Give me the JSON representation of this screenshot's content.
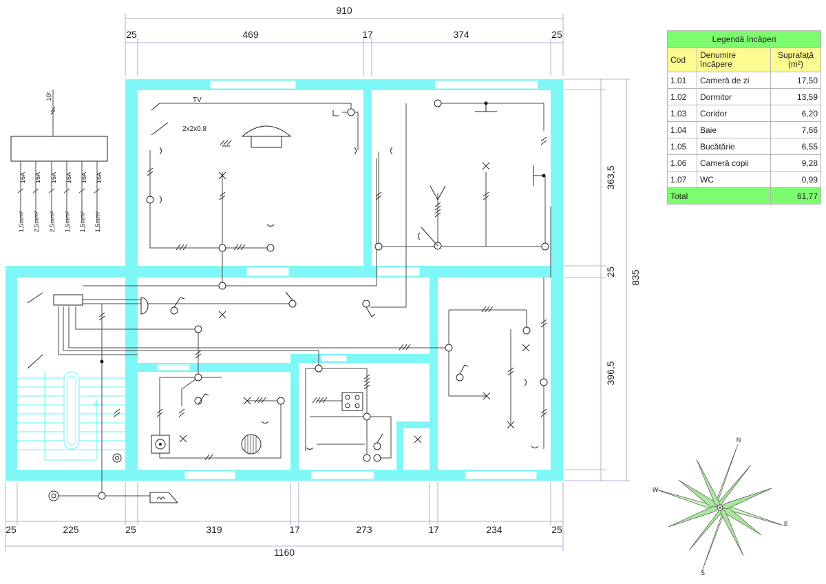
{
  "dimensions": {
    "overall_top": "910",
    "top_segments": [
      "25",
      "469",
      "17",
      "374",
      "25"
    ],
    "right_segments": [
      "363,5",
      "25",
      "396,5"
    ],
    "overall_right": "835",
    "bottom_segments": [
      "25",
      "225",
      "25",
      "319",
      "17",
      "273",
      "17",
      "234",
      "25"
    ],
    "overall_bottom": "1160"
  },
  "annotations": {
    "tv": "TV",
    "cable": "2x2x0,8",
    "panel_feed": "10²",
    "breakers": [
      "16A",
      "16A",
      "16A",
      "16A",
      "16A",
      "16A"
    ],
    "wire_sections": [
      "1,5mm²",
      "2,5mm²",
      "2,5mm²",
      "1,5mm²",
      "1,5mm²",
      "1,5mm²"
    ]
  },
  "compass": {
    "n": "N",
    "s": "S",
    "e": "E",
    "w": "W"
  },
  "legend": {
    "title": "Legendă încăperi",
    "headers": {
      "code": "Cod",
      "name": "Denumire încăpere",
      "area": "Suprafață (m²)"
    },
    "rows": [
      {
        "code": "1.01",
        "name": "Cameră de zi",
        "area": "17,50"
      },
      {
        "code": "1.02",
        "name": "Dormitor",
        "area": "13,59"
      },
      {
        "code": "1.03",
        "name": "Coridor",
        "area": "6,20"
      },
      {
        "code": "1.04",
        "name": "Baie",
        "area": "7,66"
      },
      {
        "code": "1.05",
        "name": "Bucătărie",
        "area": "6,55"
      },
      {
        "code": "1.06",
        "name": "Cameră copii",
        "area": "9,28"
      },
      {
        "code": "1.07",
        "name": "WC",
        "area": "0,99"
      }
    ],
    "total_label": "Total",
    "total_area": "61,77"
  }
}
